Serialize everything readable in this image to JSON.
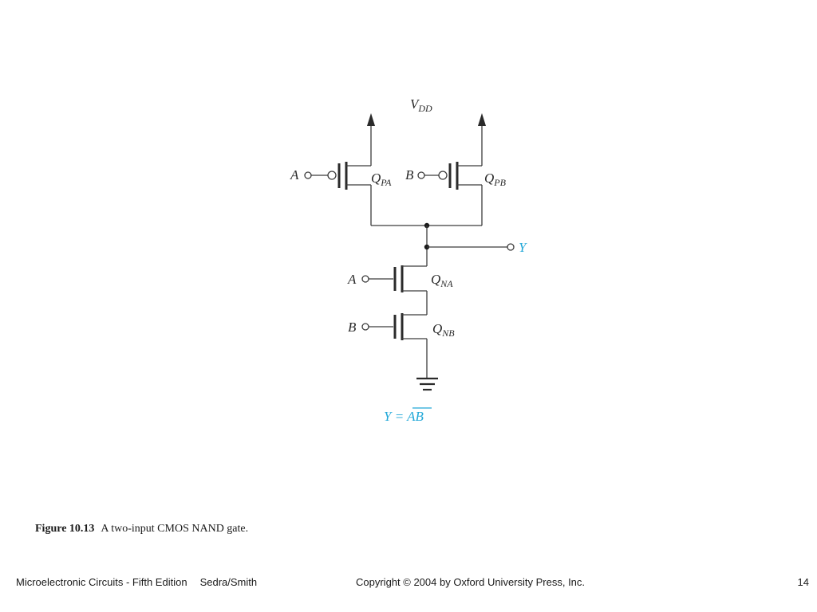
{
  "diagram": {
    "supply_label": {
      "main": "V",
      "sub": "DD"
    },
    "transistors": [
      {
        "input": "A",
        "name_main": "Q",
        "name_sub": "PA"
      },
      {
        "input": "B",
        "name_main": "Q",
        "name_sub": "PB"
      },
      {
        "input": "A",
        "name_main": "Q",
        "name_sub": "NA"
      },
      {
        "input": "B",
        "name_main": "Q",
        "name_sub": "NB"
      }
    ],
    "output_label": "Y",
    "equation": {
      "lhs": "Y = ",
      "overline_term": "AB"
    },
    "accent_color": "#22a8d8"
  },
  "caption": {
    "figure_number": "Figure 10.13",
    "text": "A two-input CMOS NAND gate."
  },
  "footer": {
    "book": "Microelectronic Circuits - Fifth Edition",
    "authors": "Sedra/Smith",
    "copyright": "Copyright © 2004 by Oxford University Press, Inc.",
    "page_number": "14"
  }
}
